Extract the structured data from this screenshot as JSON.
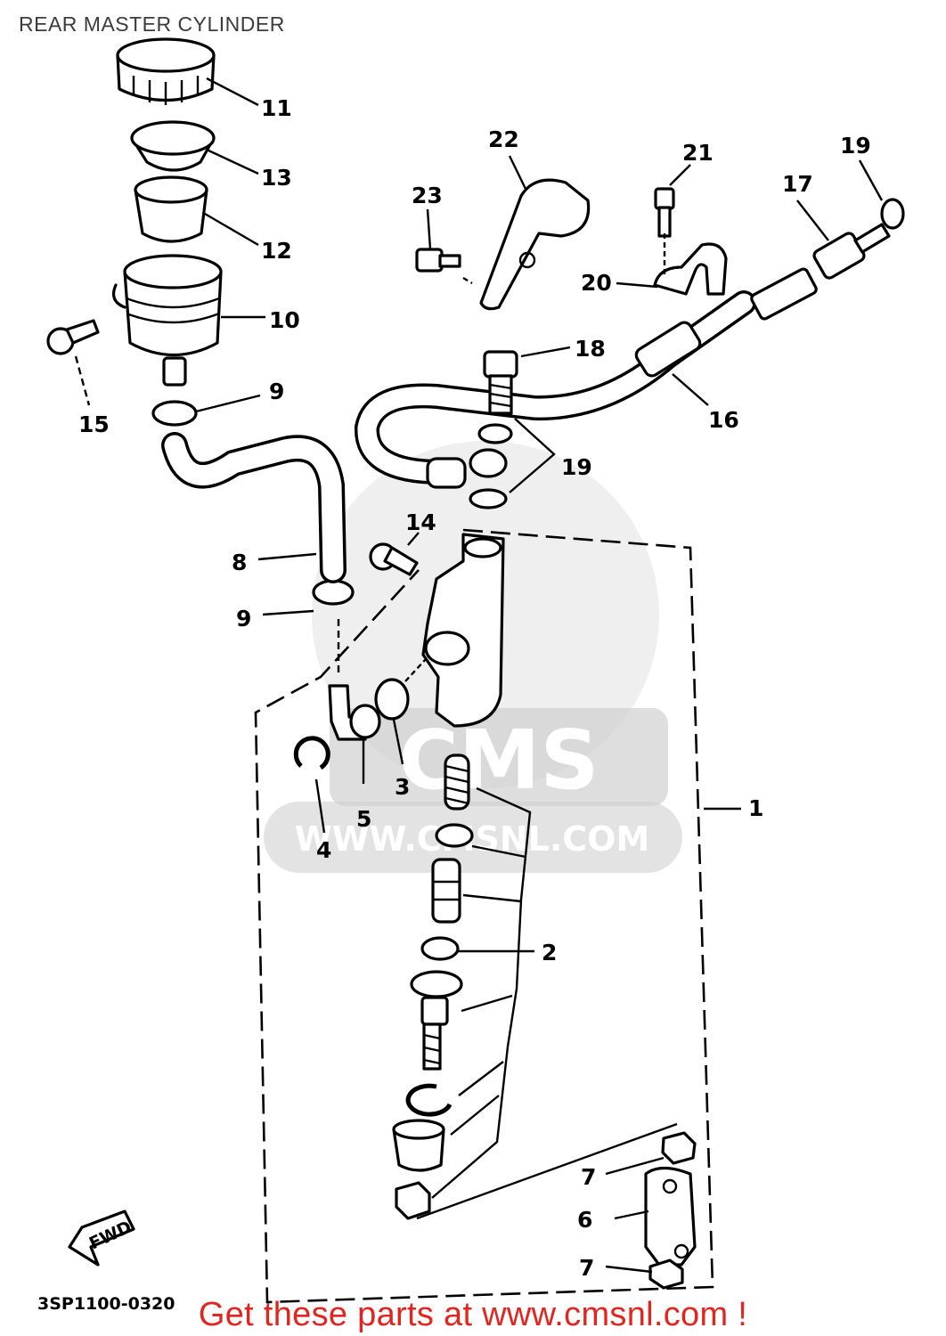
{
  "title": "REAR MASTER CYLINDER",
  "watermark": {
    "logo_text": "CMS",
    "url_text": "WWW.CMSNL.COM"
  },
  "fwd_label": "FWD",
  "drawing_code": "3SP1100-0320",
  "promo_text": "Get these parts at www.cmsnl.com !",
  "colors": {
    "promo": "#e0261e",
    "title": "#3c3c3c",
    "watermark": "#d0d0d0"
  },
  "callouts": [
    {
      "id": "1",
      "text": "1"
    },
    {
      "id": "2",
      "text": "2"
    },
    {
      "id": "3",
      "text": "3"
    },
    {
      "id": "4",
      "text": "4"
    },
    {
      "id": "5",
      "text": "5"
    },
    {
      "id": "6",
      "text": "6"
    },
    {
      "id": "7a",
      "text": "7"
    },
    {
      "id": "7b",
      "text": "7"
    },
    {
      "id": "8",
      "text": "8"
    },
    {
      "id": "9a",
      "text": "9"
    },
    {
      "id": "9b",
      "text": "9"
    },
    {
      "id": "10",
      "text": "10"
    },
    {
      "id": "11",
      "text": "11"
    },
    {
      "id": "12",
      "text": "12"
    },
    {
      "id": "13",
      "text": "13"
    },
    {
      "id": "14",
      "text": "14"
    },
    {
      "id": "15",
      "text": "15"
    },
    {
      "id": "16",
      "text": "16"
    },
    {
      "id": "17",
      "text": "17"
    },
    {
      "id": "18",
      "text": "18"
    },
    {
      "id": "19a",
      "text": "19"
    },
    {
      "id": "19b",
      "text": "19"
    },
    {
      "id": "20",
      "text": "20"
    },
    {
      "id": "21",
      "text": "21"
    },
    {
      "id": "22",
      "text": "22"
    },
    {
      "id": "23",
      "text": "23"
    }
  ]
}
